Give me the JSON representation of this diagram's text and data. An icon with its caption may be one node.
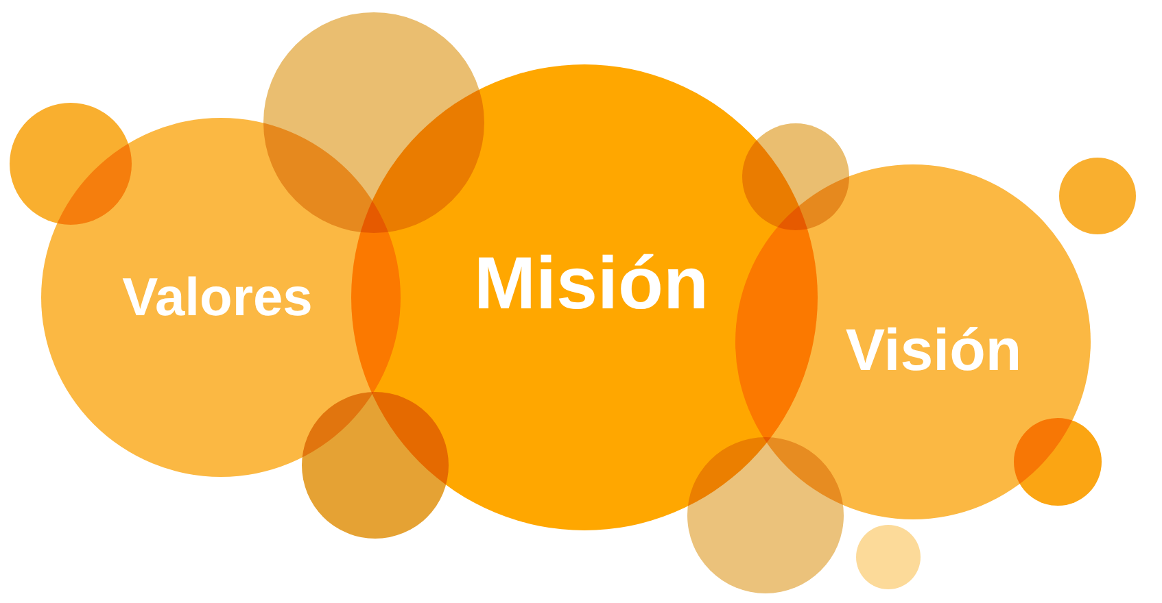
{
  "diagram": {
    "nodes": [
      {
        "text": [
          "Valores"
        ]
      },
      {
        "text": [
          "Misión"
        ]
      },
      {
        "text": [
          "Visión"
        ]
      },
      {
        "text": [],
        "shape": "circle"
      },
      {
        "text": [],
        "shape": "circle"
      },
      {
        "text": [],
        "shape": "circle"
      },
      {
        "text": [],
        "shape": "circle"
      },
      {
        "text": [],
        "shape": "circle"
      },
      {
        "text": [],
        "shape": "circle"
      },
      {
        "text": [],
        "shape": "circle"
      },
      {
        "text": [],
        "shape": "circle"
      }
    ]
  }
}
